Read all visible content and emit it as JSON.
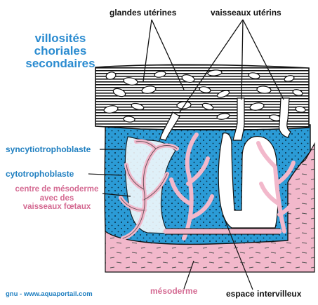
{
  "title": {
    "lines": [
      "villosités",
      "choriales",
      "secondaires"
    ]
  },
  "labels": {
    "glandes": "glandes utérines",
    "vaisseaux": "vaisseaux utérins",
    "syncytio": "syncytiotrophoblaste",
    "cyto": "cytotrophoblaste",
    "centre": [
      "centre de mésoderme",
      "avec des",
      "vaisseaux fœtaux"
    ],
    "mesoderme": "mésoderme",
    "espace": "espace intervilleux"
  },
  "credit": "gnu - www.aquaportail.com",
  "colors": {
    "blue": "#2a8bd0",
    "villus_blue": "#2b9bd6",
    "pink": "#f2b8cb",
    "pink_text": "#d46a92",
    "black": "#111111"
  }
}
